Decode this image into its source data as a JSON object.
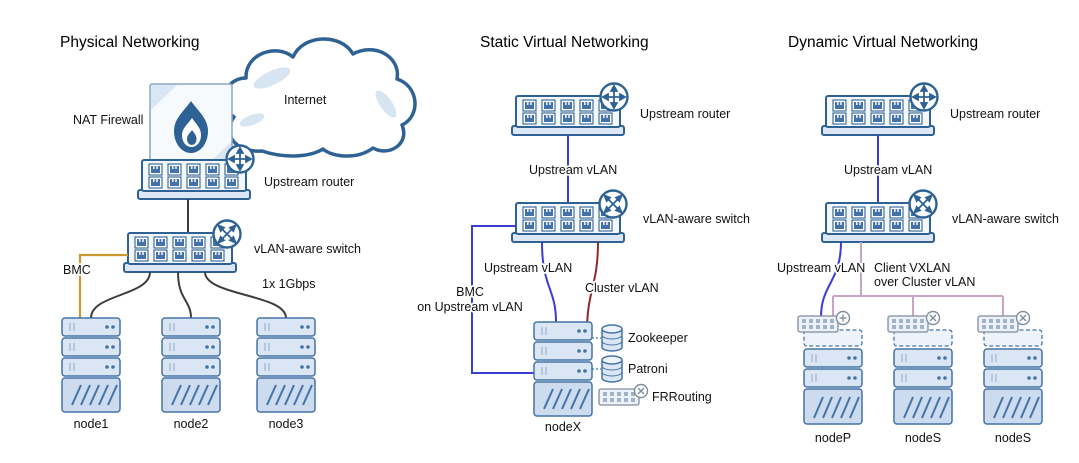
{
  "colors": {
    "device_stroke": "#2e6295",
    "device_fill": "#f4f8fd",
    "port_fill": "#4472a8",
    "server_stroke": "#4573a7",
    "server_fill": "#dbe6f4",
    "physical_link": "#3d3d3d",
    "bmc_link": "#c99a2e",
    "vlan_link": "#3c3cd0",
    "cluster_vlan_link": "#8b2a2a",
    "vxlan_link": "#c9a5c3"
  },
  "icons": {
    "internet_icon": "cloud",
    "firewall_icon": "flame",
    "router_icon": "circle-crossed-arrows",
    "switch_icon": "circle-diagonal-arrows",
    "database_icon": "cylinder-stack",
    "vswitch_icon": "mini-port-panel",
    "badge_plus_icon": "circled-plus",
    "badge_x_icon": "circled-x"
  },
  "physical": {
    "title": "Physical Networking",
    "internet_label": "Internet",
    "nat_firewall_label": "NAT Firewall",
    "upstream_router_label": "Upstream router",
    "vlan_switch_label": "vLAN-aware switch",
    "bmc_label": "BMC",
    "uplink_label": "1x 1Gbps",
    "nodes": [
      "node1",
      "node2",
      "node3"
    ]
  },
  "static_virtual": {
    "title": "Static Virtual Networking",
    "upstream_router_label": "Upstream router",
    "upstream_vlan_label": "Upstream vLAN",
    "vlan_switch_label": "vLAN-aware switch",
    "upstream_vlan_label_2": "Upstream vLAN",
    "cluster_vlan_label": "Cluster vLAN",
    "bmc_label_line1": "BMC",
    "bmc_label_line2": "on Upstream vLAN",
    "services": [
      "Zookeeper",
      "Patroni",
      "FRRouting"
    ],
    "node_label": "nodeX"
  },
  "dynamic_virtual": {
    "title": "Dynamic Virtual Networking",
    "upstream_router_label": "Upstream router",
    "upstream_vlan_label": "Upstream vLAN",
    "vlan_switch_label": "vLAN-aware switch",
    "upstream_vlan_label_2": "Upstream vLAN",
    "vxlan_label_line1": "Client VXLAN",
    "vxlan_label_line2": "over Cluster vLAN",
    "nodes": [
      "nodeP",
      "nodeS",
      "nodeS"
    ]
  }
}
